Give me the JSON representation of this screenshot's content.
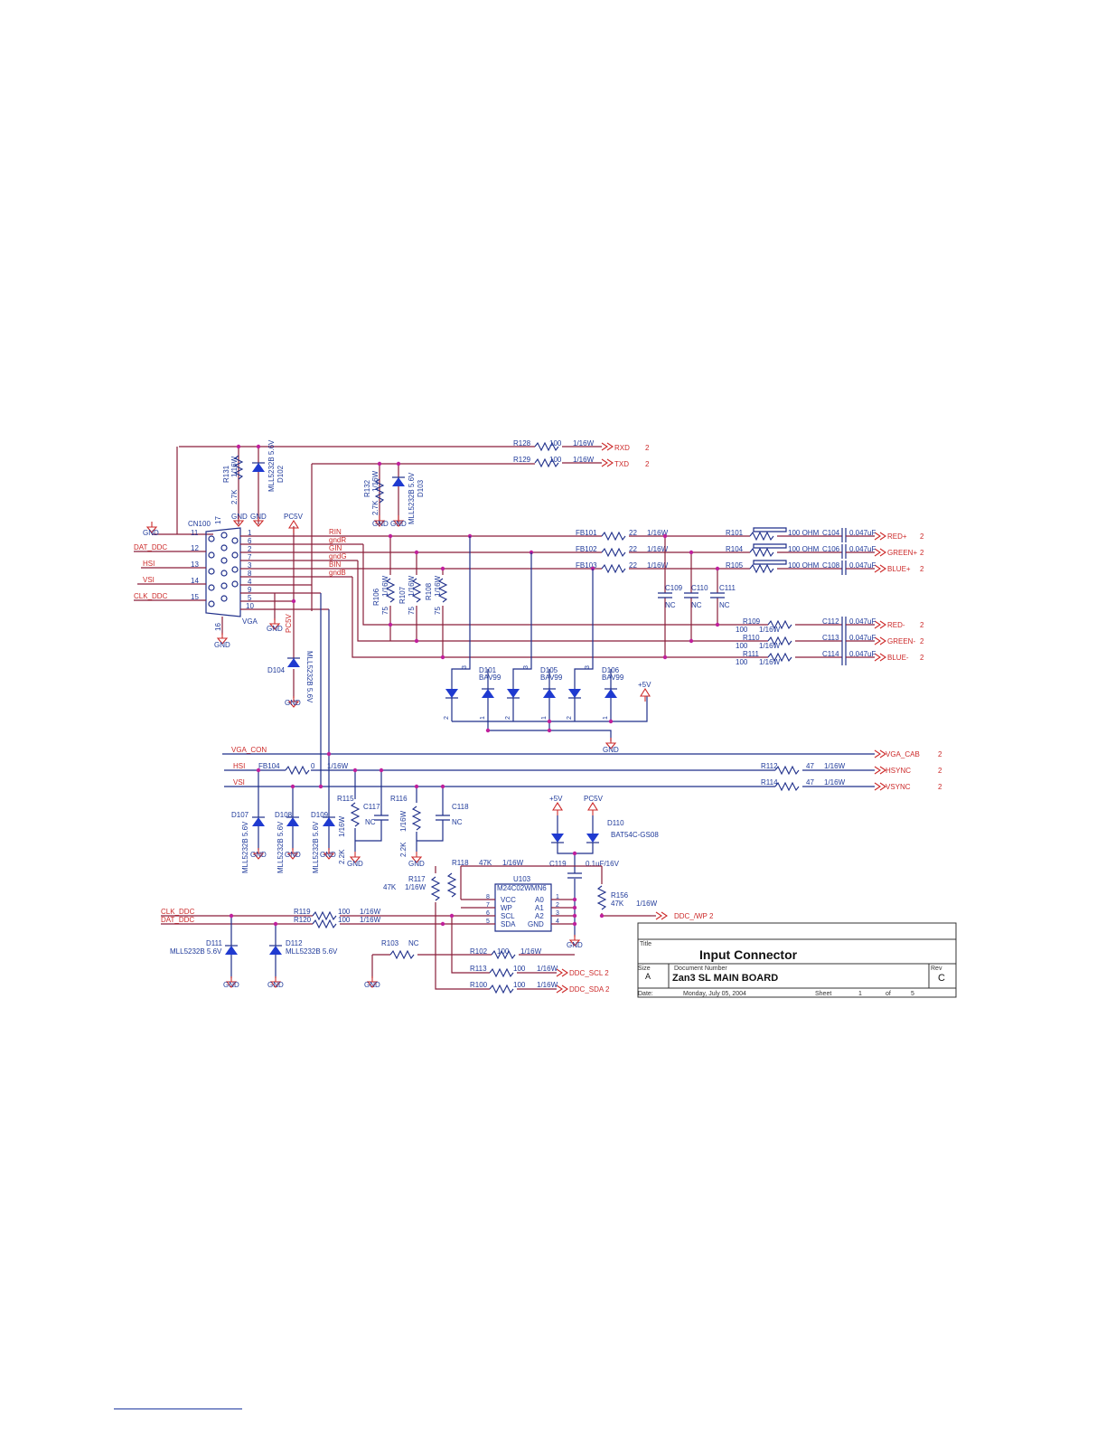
{
  "title_block": {
    "title_label": "Title",
    "title": "Input Connector",
    "size_label": "Size",
    "size": "A",
    "docnum_label": "Document Number",
    "document_number": "Zan3 SL MAIN BOARD",
    "rev_label": "Rev",
    "rev": "C",
    "date_label": "Date:",
    "date": "Monday, July 05, 2004",
    "sheet_label": "Sheet",
    "sheet": "1",
    "of_label": "of",
    "sheets": "5"
  },
  "connector": {
    "ref": "CN100",
    "name": "VGA",
    "pins": [
      "1",
      "6",
      "2",
      "7",
      "3",
      "8",
      "4",
      "9",
      "5",
      "10"
    ],
    "pin11": "11",
    "pin12": "12",
    "pin13": "13",
    "pin14": "14",
    "pin15": "15",
    "pin16": "16",
    "pin17": "17",
    "nets": [
      "RIN",
      "gndR",
      "GIN",
      "gndG",
      "BIN",
      "gndB"
    ]
  },
  "left_nets": {
    "dat_ddc": "DAT_DDC",
    "hsi": "HSI",
    "vsi": "VSI",
    "clk_ddc": "CLK_DDC"
  },
  "uart": {
    "r128": "R128",
    "r128_val": "100",
    "r128_pow": "1/16W",
    "rxd": "RXD",
    "rxd_sheet": "2",
    "r129": "R129",
    "r129_val": "100",
    "r129_pow": "1/16W",
    "txd": "TXD",
    "txd_sheet": "2",
    "r131": "R131",
    "r131_val": "2.7K",
    "r131_pow": "1/16W",
    "d102": "D102",
    "d102_part": "MLL5232B 5.6V",
    "r132": "R132",
    "r132_val": "2.7K",
    "r132_pow": "1/16W",
    "d103": "D103",
    "d103_part": "MLL5232B 5.6V"
  },
  "power": {
    "pc5v": "PC5V",
    "p5v": "+5V",
    "gnd": "GND"
  },
  "rgb": {
    "fb101": "FB101",
    "fb102": "FB102",
    "fb103": "FB103",
    "fb_val": "22",
    "fb_pow": "1/16W",
    "r101": "R101",
    "r104": "R104",
    "r105": "R105",
    "l100": "100 OHM",
    "c104": "C104",
    "c106": "C106",
    "c108": "C108",
    "cap_val": "0.047uF",
    "red_p": "RED+",
    "green_p": "GREEN+",
    "blue_p": "BLUE+",
    "sheet": "2",
    "c109": "C109",
    "c110": "C110",
    "c111": "C111",
    "nc": "NC",
    "r106": "R106",
    "r107": "R107",
    "r108": "R108",
    "term_val": "75",
    "term_pow": "1/16W",
    "r109": "R109",
    "r110": "R110",
    "r111": "R111",
    "res100": "100",
    "pow": "1/16W",
    "c112": "C112",
    "c113": "C113",
    "c114": "C114",
    "red_n": "RED-",
    "green_n": "GREEN-",
    "blue_n": "BLUE-"
  },
  "diodes": {
    "d101": "D101",
    "d105": "D105",
    "d106": "D106",
    "part": "BAV99",
    "pin1": "1",
    "pin2": "2",
    "pin3": "3",
    "d104": "D104",
    "d104_part": "MLL5232B 5.6V"
  },
  "sync": {
    "vga_con": "VGA_CON",
    "vga_cab": "VGA_CAB",
    "hsi": "HSI",
    "vsi": "VSI",
    "fb104": "FB104",
    "fb104_val": "0",
    "fb104_pow": "1/16W",
    "r112": "R112",
    "r114": "R114",
    "r_val": "47",
    "r_pow": "1/16W",
    "hsync": "HSYNC",
    "vsync": "VSYNC",
    "sheet": "2",
    "d107": "D107",
    "d108": "D108",
    "d109": "D109",
    "zener": "MLL5232B 5.6V",
    "r115": "R115",
    "r115_val": "2.2K",
    "r115_pow": "1/16W",
    "c117": "C117",
    "r116": "R116",
    "r116_val": "2.2K",
    "r116_pow": "1/16W",
    "c118": "C118",
    "nc": "NC"
  },
  "eeprom": {
    "d110": "D110",
    "d110_part": "BAT54C-GS08",
    "c119": "C119",
    "c119_val": "0.1uF/16V",
    "r118": "R118",
    "r118_val": "47K",
    "r118_pow": "1/16W",
    "r117": "R117",
    "r117_val": "47K",
    "r117_pow": "1/16W",
    "u103": "U103",
    "u103_part": "M24C02WMN6",
    "pins_left": [
      "VCC",
      "WP",
      "SCL",
      "SDA"
    ],
    "pins_right": [
      "A0",
      "A1",
      "A2",
      "GND"
    ],
    "num_left": [
      "8",
      "7",
      "6",
      "5"
    ],
    "num_right": [
      "1",
      "2",
      "3",
      "4"
    ],
    "r156": "R156",
    "r156_val": "47K",
    "r156_pow": "1/16W",
    "ddc_wp": "DDC_/WP 2",
    "clk_ddc": "CLK_DDC",
    "dat_ddc": "DAT_DDC",
    "r119": "R119",
    "r120": "R120",
    "r_val": "100",
    "r_pow": "1/16W",
    "d111": "D111",
    "d112": "D112",
    "zener": "MLL5232B 5.6V",
    "r103": "R103",
    "r103_val": "NC",
    "r102": "R102",
    "r113": "R113",
    "r100": "R100",
    "ddc_scl": "DDC_SCL 2",
    "ddc_sda": "DDC_SDA 2"
  }
}
